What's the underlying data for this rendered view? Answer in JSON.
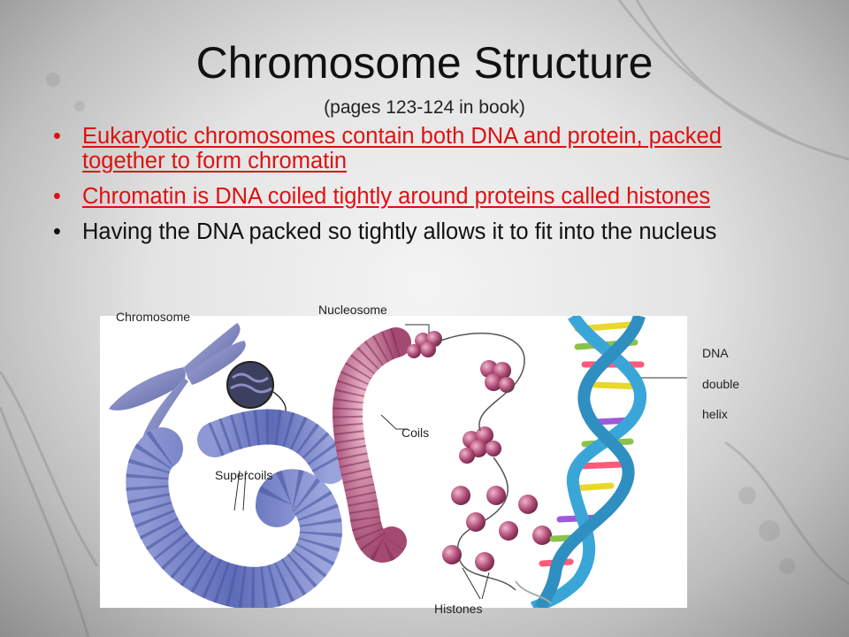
{
  "slide": {
    "title": "Chromosome Structure",
    "subtitle": "(pages 123-124 in book)",
    "bullets": [
      {
        "text": "Eukaryotic chromosomes contain both DNA and protein, packed together to form chromatin",
        "color": "#e01010"
      },
      {
        "text": "Chromatin is DNA coiled tightly around proteins called histones",
        "color": "#e01010"
      },
      {
        "text": "Having the DNA packed so tightly allows it to fit into the nucleus",
        "color": "#111111"
      }
    ],
    "bullet_glyph": "•"
  },
  "diagram": {
    "labels": {
      "chromosome": "Chromosome",
      "nucleosome": "Nucleosome",
      "dna_line1": "DNA",
      "dna_line2": "double",
      "dna_line3": "helix",
      "coils": "Coils",
      "supercoils": "Supercoils",
      "histones": "Histones"
    },
    "colors": {
      "chromosome": "#7e86c0",
      "supercoil": "#6b78c0",
      "coil": "#c05a80",
      "histone": "#b04d78",
      "helix": "#3aa6d8"
    }
  }
}
